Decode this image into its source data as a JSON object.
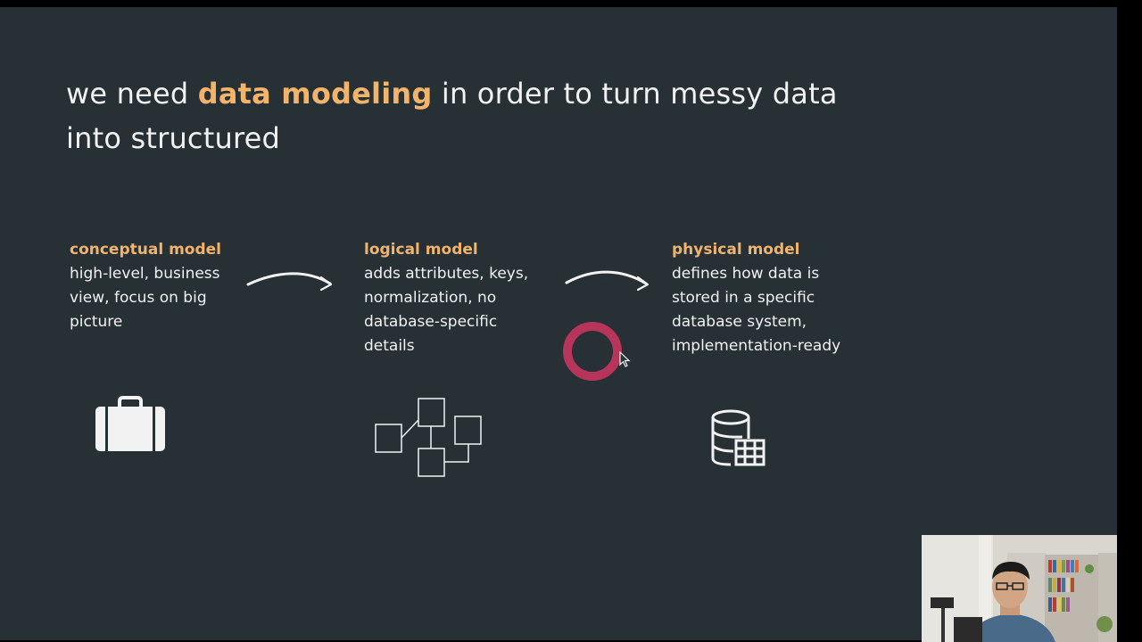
{
  "slide": {
    "headline_before": "we need ",
    "headline_highlight": "data modeling",
    "headline_after": " in order to turn messy data into structured"
  },
  "models": [
    {
      "title": "conceptual model",
      "description": "high-level, business view, focus on big picture",
      "icon": "briefcase-icon"
    },
    {
      "title": "logical model",
      "description": "adds attributes, keys, normalization, no database-specific details",
      "icon": "entity-diagram-icon"
    },
    {
      "title": "physical model",
      "description": "defines how data is stored in a specific database system, implementation-ready",
      "icon": "database-table-icon"
    }
  ],
  "colors": {
    "background": "#263035",
    "accent": "#f2b36b",
    "text": "#f2f2f2",
    "click_indicator": "#c8355f"
  }
}
